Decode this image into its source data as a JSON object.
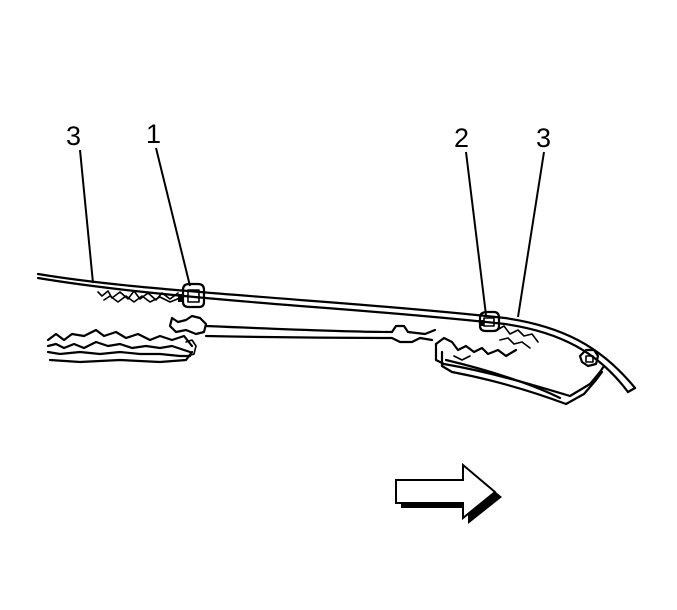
{
  "callouts": [
    {
      "id": "callout-3-left",
      "text": "3"
    },
    {
      "id": "callout-1",
      "text": "1"
    },
    {
      "id": "callout-2",
      "text": "2"
    },
    {
      "id": "callout-3-right",
      "text": "3"
    }
  ],
  "direction_arrow": {
    "icon": "arrow-right-icon",
    "color": "#000000"
  }
}
